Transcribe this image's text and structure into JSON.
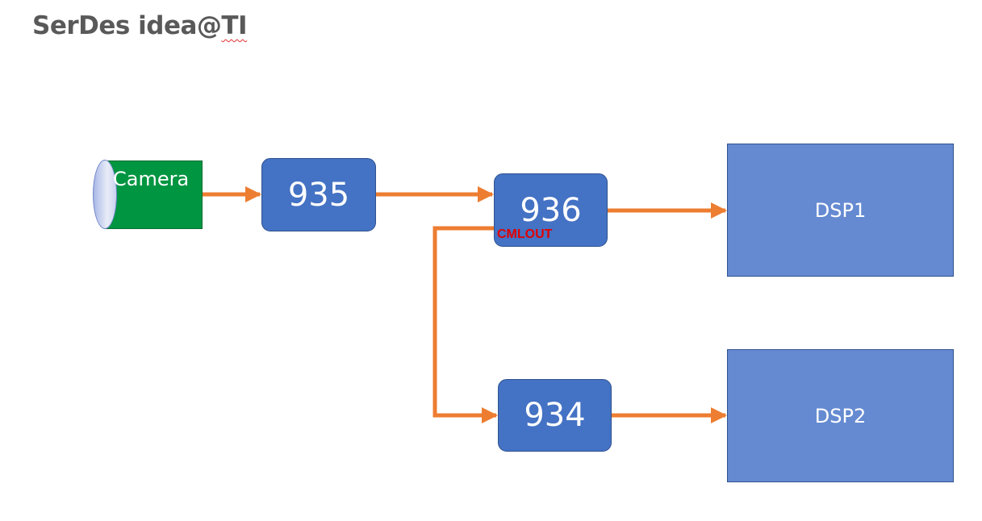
{
  "title": {
    "prefix": "SerDes idea@",
    "suffix": "TI"
  },
  "camera": {
    "label": "Camera"
  },
  "blocks": {
    "serializer": "935",
    "deserializer": "936",
    "serializer_2": "934"
  },
  "annotation": {
    "cml_out": "CMLOUT"
  },
  "dsps": {
    "dsp1": "DSP1",
    "dsp2": "DSP2"
  },
  "colors": {
    "arrow": "#ed7d31",
    "block_fill": "#4472c4",
    "dsp_fill": "#658ad1",
    "camera_fill": "#009541",
    "annotation": "#e00000",
    "title": "#595959"
  }
}
